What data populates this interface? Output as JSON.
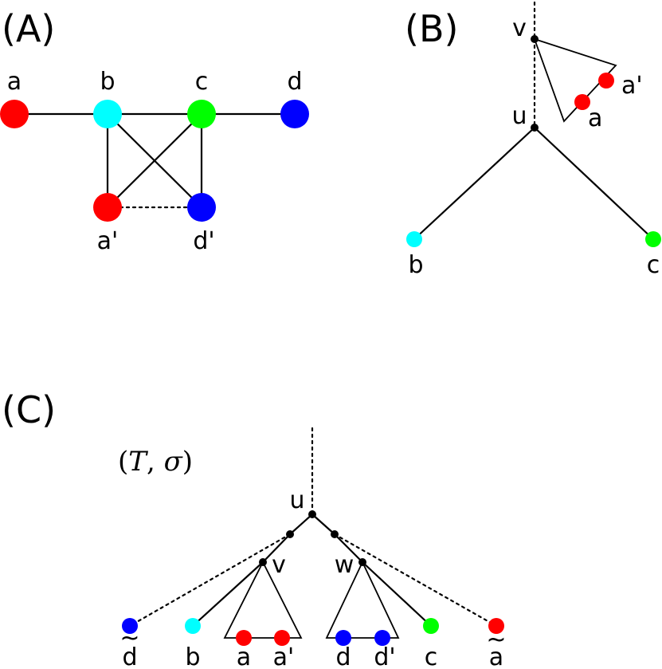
{
  "colors": {
    "red": "#ff0000",
    "cyan": "#00ffff",
    "green": "#00ff00",
    "blue": "#0000ff",
    "black": "#000000"
  },
  "panels": {
    "a": {
      "title": "(A)",
      "labels": {
        "a": "a",
        "b": "b",
        "c": "c",
        "d": "d",
        "a2": "a'",
        "d2": "d'"
      }
    },
    "b": {
      "title": "(B)",
      "labels": {
        "v": "v",
        "u": "u",
        "a2": "a'",
        "a": "a",
        "b": "b",
        "c": "c"
      }
    },
    "c": {
      "title": "(C)",
      "tree_open": "(",
      "tree_T": "T",
      "tree_comma": ", ",
      "tree_sigma": "σ",
      "tree_close": ")",
      "labels": {
        "u": "u",
        "v": "v",
        "w": "w",
        "dt": "d",
        "b": "b",
        "a": "a",
        "a2": "a'",
        "d": "d",
        "d2": "d'",
        "c": "c",
        "at": "a",
        "tilde": "~"
      }
    }
  }
}
